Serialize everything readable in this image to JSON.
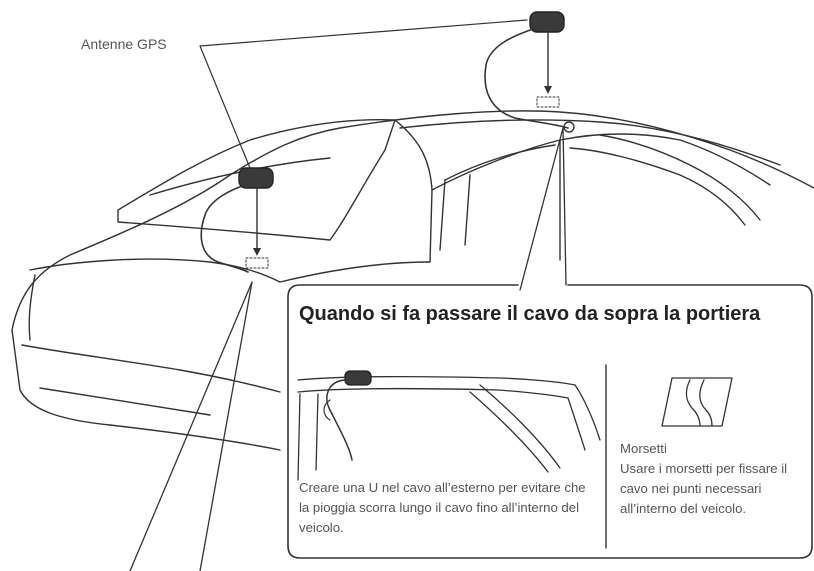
{
  "labels": {
    "antenna": "Antenne GPS"
  },
  "callout": {
    "title": "Quando si fa passare il cavo da sopra la portiera",
    "left_caption": "Creare una U nel cavo all’esterno per evitare che la pioggia scorra lungo il cavo fino all’interno del veicolo.",
    "right_title": "Morsetti",
    "right_caption": "Usare i morsetti per fissare il cavo nei punti necessari all’interno del veicolo."
  },
  "colors": {
    "line": "#333333",
    "antenna_body": "#3a3a3a",
    "callout_border": "#333333"
  }
}
